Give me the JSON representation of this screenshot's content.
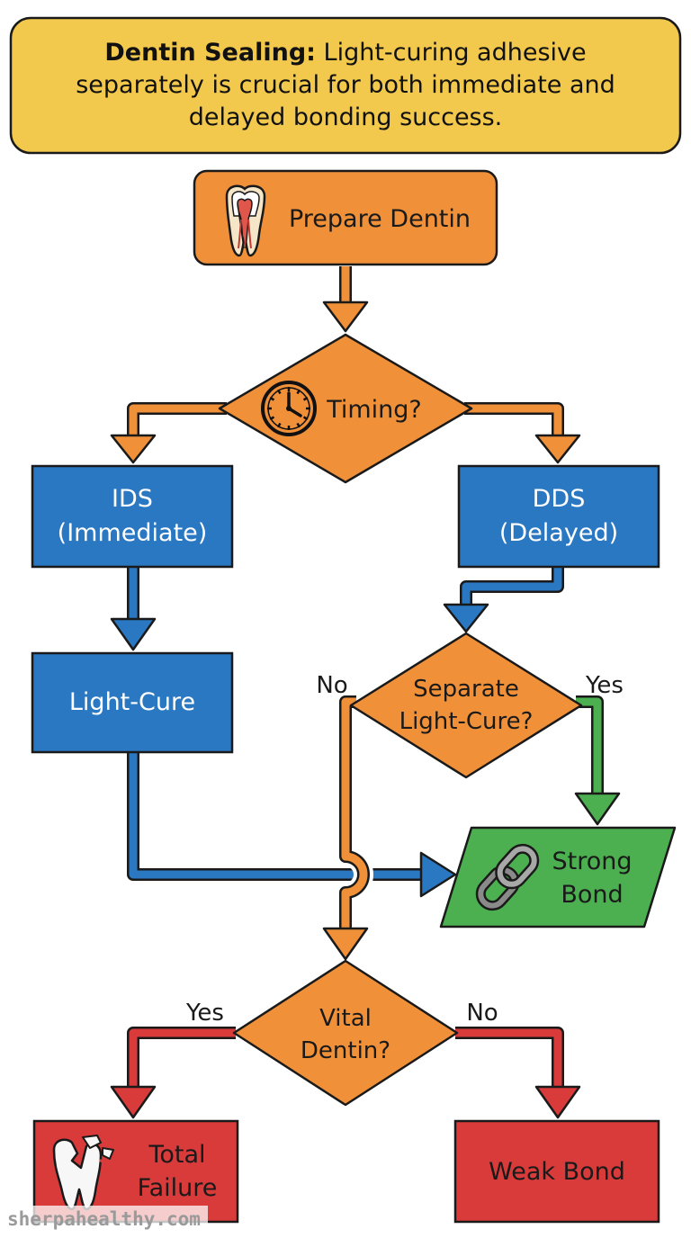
{
  "banner": {
    "title_bold": "Dentin Sealing:",
    "title_rest": " Light-curing adhesive separately is crucial for both immediate and delayed bonding success."
  },
  "nodes": {
    "prepare": "Prepare Dentin",
    "timing": "Timing?",
    "ids": "IDS\n(Immediate)",
    "dds": "DDS\n(Delayed)",
    "light_cure": "Light-Cure",
    "separate": "Separate\nLight-Cure?",
    "strong": "Strong\nBond",
    "vital": "Vital\nDentin?",
    "total_failure": "Total\nFailure",
    "weak": "Weak Bond"
  },
  "edge_labels": {
    "separate_no": "No",
    "separate_yes": "Yes",
    "vital_yes": "Yes",
    "vital_no": "No"
  },
  "icons": {
    "prepare": "tooth-cross-section-icon",
    "timing": "clock-icon",
    "strong": "chain-link-icon",
    "total_failure": "broken-tooth-icon"
  },
  "colors": {
    "banner": "#f2c94c",
    "orange": "#f0913a",
    "blue": "#2a77c2",
    "green": "#4caf50",
    "red": "#d93b3b",
    "outline": "#1a1a1a"
  },
  "watermark": "sherpahealthy.com"
}
